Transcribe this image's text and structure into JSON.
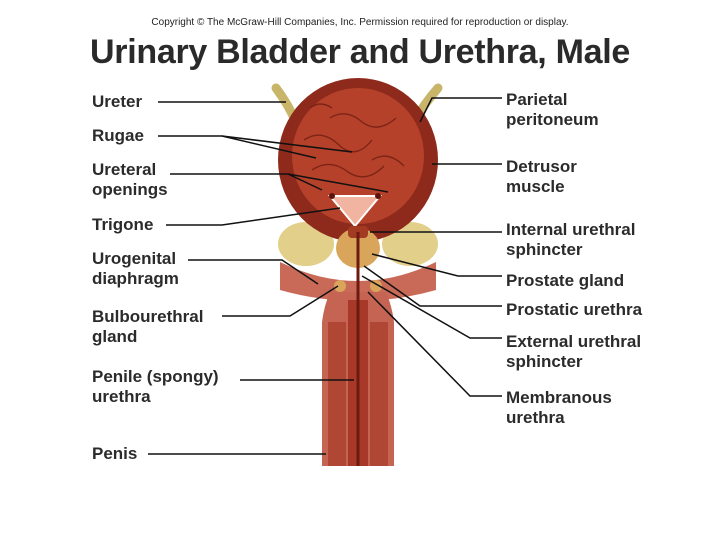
{
  "copyright": "Copyright © The McGraw-Hill Companies, Inc. Permission required for reproduction or display.",
  "title": "Urinary Bladder and Urethra, Male",
  "labels_left": {
    "ureter": [
      "Ureter"
    ],
    "rugae": [
      "Rugae"
    ],
    "ureteral_openings": [
      "Ureteral",
      "openings"
    ],
    "trigone": [
      "Trigone"
    ],
    "urogenital_diaphragm": [
      "Urogenital",
      "diaphragm"
    ],
    "bulbourethral_gland": [
      "Bulbourethral",
      "gland"
    ],
    "penile_urethra": [
      "Penile (spongy)",
      "urethra"
    ],
    "penis": [
      "Penis"
    ]
  },
  "labels_right": {
    "parietal_peritoneum": [
      "Parietal",
      "peritoneum"
    ],
    "detrusor_muscle": [
      "Detrusor",
      "muscle"
    ],
    "internal_urethral_sphincter": [
      "Internal urethral",
      "sphincter"
    ],
    "prostate_gland": [
      "Prostate gland"
    ],
    "prostatic_urethra": [
      "Prostatic urethra"
    ],
    "external_urethral_sphincter": [
      "External urethral",
      "sphincter"
    ],
    "membranous_urethra": [
      "Membranous",
      "urethra"
    ]
  },
  "colors": {
    "bladder_wall": "#8e2a1c",
    "bladder_lumen": "#b5412a",
    "fat": "#e2cf8a",
    "muscle_light": "#d98f7a",
    "leader_line": "#111111"
  }
}
